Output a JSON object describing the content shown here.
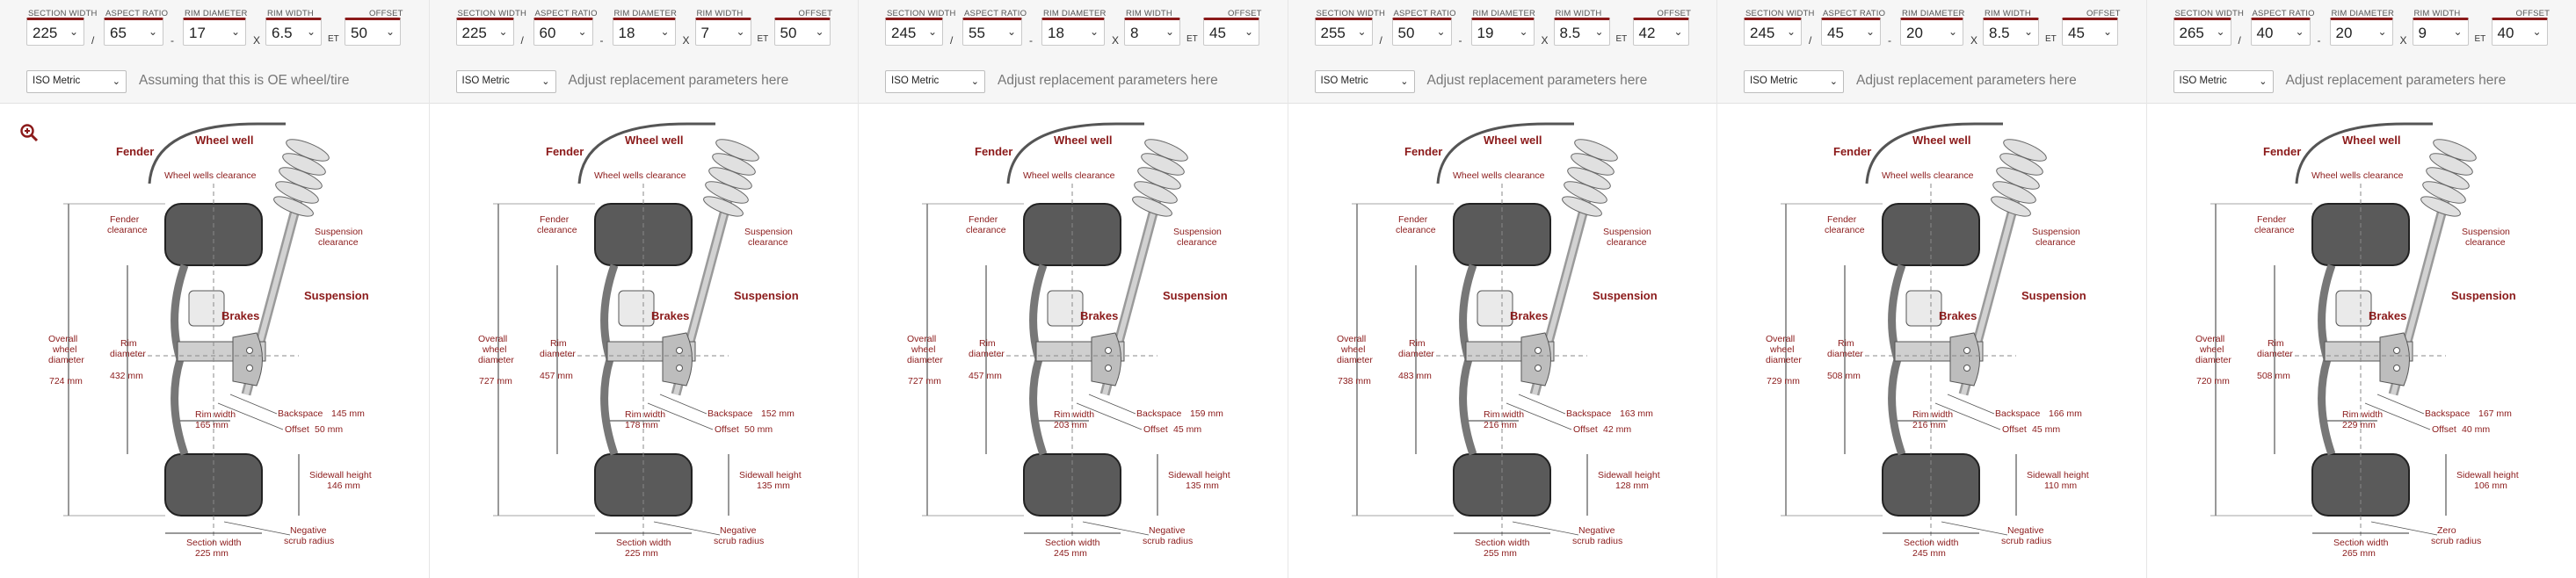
{
  "field_labels": {
    "section_width": "SECTION WIDTH",
    "aspect_ratio": "ASPECT RATIO",
    "rim_diameter": "RIM DIAMETER",
    "rim_width": "RIM WIDTH",
    "offset": "OFFSET"
  },
  "separators": {
    "slash": "/",
    "dash": "-",
    "x": "X",
    "et": "ET"
  },
  "diagram_labels": {
    "fender": "Fender",
    "wheel_well": "Wheel well",
    "wheel_wells_clearance": "Wheel wells clearance",
    "fender_clearance_1": "Fender",
    "fender_clearance_2": "clearance",
    "susp_clearance_1": "Suspension",
    "susp_clearance_2": "clearance",
    "brakes": "Brakes",
    "suspension": "Suspension",
    "overall_1": "Overall",
    "overall_2": "wheel",
    "overall_3": "diameter",
    "rim_1": "Rim",
    "rim_2": "diameter",
    "rim_width": "Rim width",
    "backspace": "Backspace",
    "offset": "Offset",
    "sidewall_1": "Sidewall height",
    "section_width": "Section width",
    "scrub_2": "scrub radius"
  },
  "colors": {
    "accent": "#8b1a1a",
    "label": "#8b1a1a",
    "tire": "#5a5a5a",
    "line": "#333333"
  },
  "zoom_icon": "zoom-in-icon",
  "panels": [
    {
      "section_width": "225",
      "aspect_ratio": "65",
      "rim_diameter": "17",
      "rim_width": "6.5",
      "offset": "50",
      "unit": "ISO Metric",
      "hint": "Assuming that this is OE wheel/tire",
      "overall": "724 mm",
      "rim_dia": "432 mm",
      "rim_width_val": "165 mm",
      "backspace": "145 mm",
      "offset_val": "50 mm",
      "sidewall": "146 mm",
      "section": "225 mm",
      "scrub": "Negative"
    },
    {
      "section_width": "225",
      "aspect_ratio": "60",
      "rim_diameter": "18",
      "rim_width": "7",
      "offset": "50",
      "unit": "ISO Metric",
      "hint": "Adjust replacement parameters here",
      "overall": "727 mm",
      "rim_dia": "457 mm",
      "rim_width_val": "178 mm",
      "backspace": "152 mm",
      "offset_val": "50 mm",
      "sidewall": "135 mm",
      "section": "225 mm",
      "scrub": "Negative"
    },
    {
      "section_width": "245",
      "aspect_ratio": "55",
      "rim_diameter": "18",
      "rim_width": "8",
      "offset": "45",
      "unit": "ISO Metric",
      "hint": "Adjust replacement parameters here",
      "overall": "727 mm",
      "rim_dia": "457 mm",
      "rim_width_val": "203 mm",
      "backspace": "159 mm",
      "offset_val": "45 mm",
      "sidewall": "135 mm",
      "section": "245 mm",
      "scrub": "Negative"
    },
    {
      "section_width": "255",
      "aspect_ratio": "50",
      "rim_diameter": "19",
      "rim_width": "8.5",
      "offset": "42",
      "unit": "ISO Metric",
      "hint": "Adjust replacement parameters here",
      "overall": "738 mm",
      "rim_dia": "483 mm",
      "rim_width_val": "216 mm",
      "backspace": "163 mm",
      "offset_val": "42 mm",
      "sidewall": "128 mm",
      "section": "255 mm",
      "scrub": "Negative"
    },
    {
      "section_width": "245",
      "aspect_ratio": "45",
      "rim_diameter": "20",
      "rim_width": "8.5",
      "offset": "45",
      "unit": "ISO Metric",
      "hint": "Adjust replacement parameters here",
      "overall": "729 mm",
      "rim_dia": "508 mm",
      "rim_width_val": "216 mm",
      "backspace": "166 mm",
      "offset_val": "45 mm",
      "sidewall": "110 mm",
      "section": "245 mm",
      "scrub": "Negative"
    },
    {
      "section_width": "265",
      "aspect_ratio": "40",
      "rim_diameter": "20",
      "rim_width": "9",
      "offset": "40",
      "unit": "ISO Metric",
      "hint": "Adjust replacement parameters here",
      "overall": "720 mm",
      "rim_dia": "508 mm",
      "rim_width_val": "229 mm",
      "backspace": "167 mm",
      "offset_val": "40 mm",
      "sidewall": "106 mm",
      "section": "265 mm",
      "scrub": "Zero"
    }
  ]
}
